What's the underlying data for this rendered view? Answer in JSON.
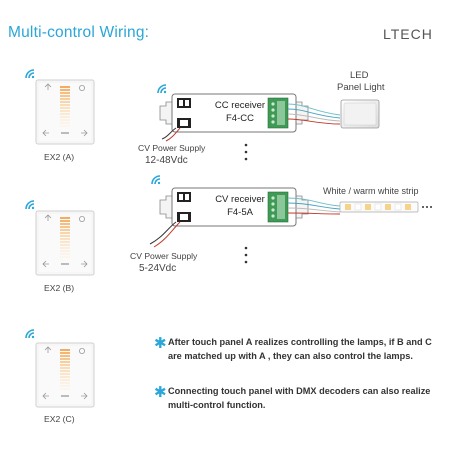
{
  "title": "Multi-control Wiring:",
  "brand": "LTECH",
  "panels": [
    {
      "label": "EX2 (A)"
    },
    {
      "label": "EX2 (B)"
    },
    {
      "label": "EX2 (C)"
    }
  ],
  "receivers": [
    {
      "name": "CC receiver",
      "model": "F4-CC",
      "supply_label": "CV Power Supply",
      "supply_value": "12-48Vdc",
      "load_label_line1": "LED",
      "load_label_line2": "Panel Light"
    },
    {
      "name": "CV receiver",
      "model": "F4-5A",
      "supply_label": "CV Power Supply",
      "supply_value": "5-24Vdc",
      "load_label_line1": "White / warm white strip"
    }
  ],
  "notes": [
    {
      "line1": "After touch panel A realizes controlling the lamps, if B and C",
      "line2": "are matched up with A , they can also control the lamps."
    },
    {
      "line1": "Connecting touch panel with DMX decoders can also realize",
      "line2": "multi-control function."
    }
  ],
  "colors": {
    "accent": "#2aa6d8",
    "warm_top": "#f4b46a",
    "warm_bottom": "#fbeede"
  }
}
